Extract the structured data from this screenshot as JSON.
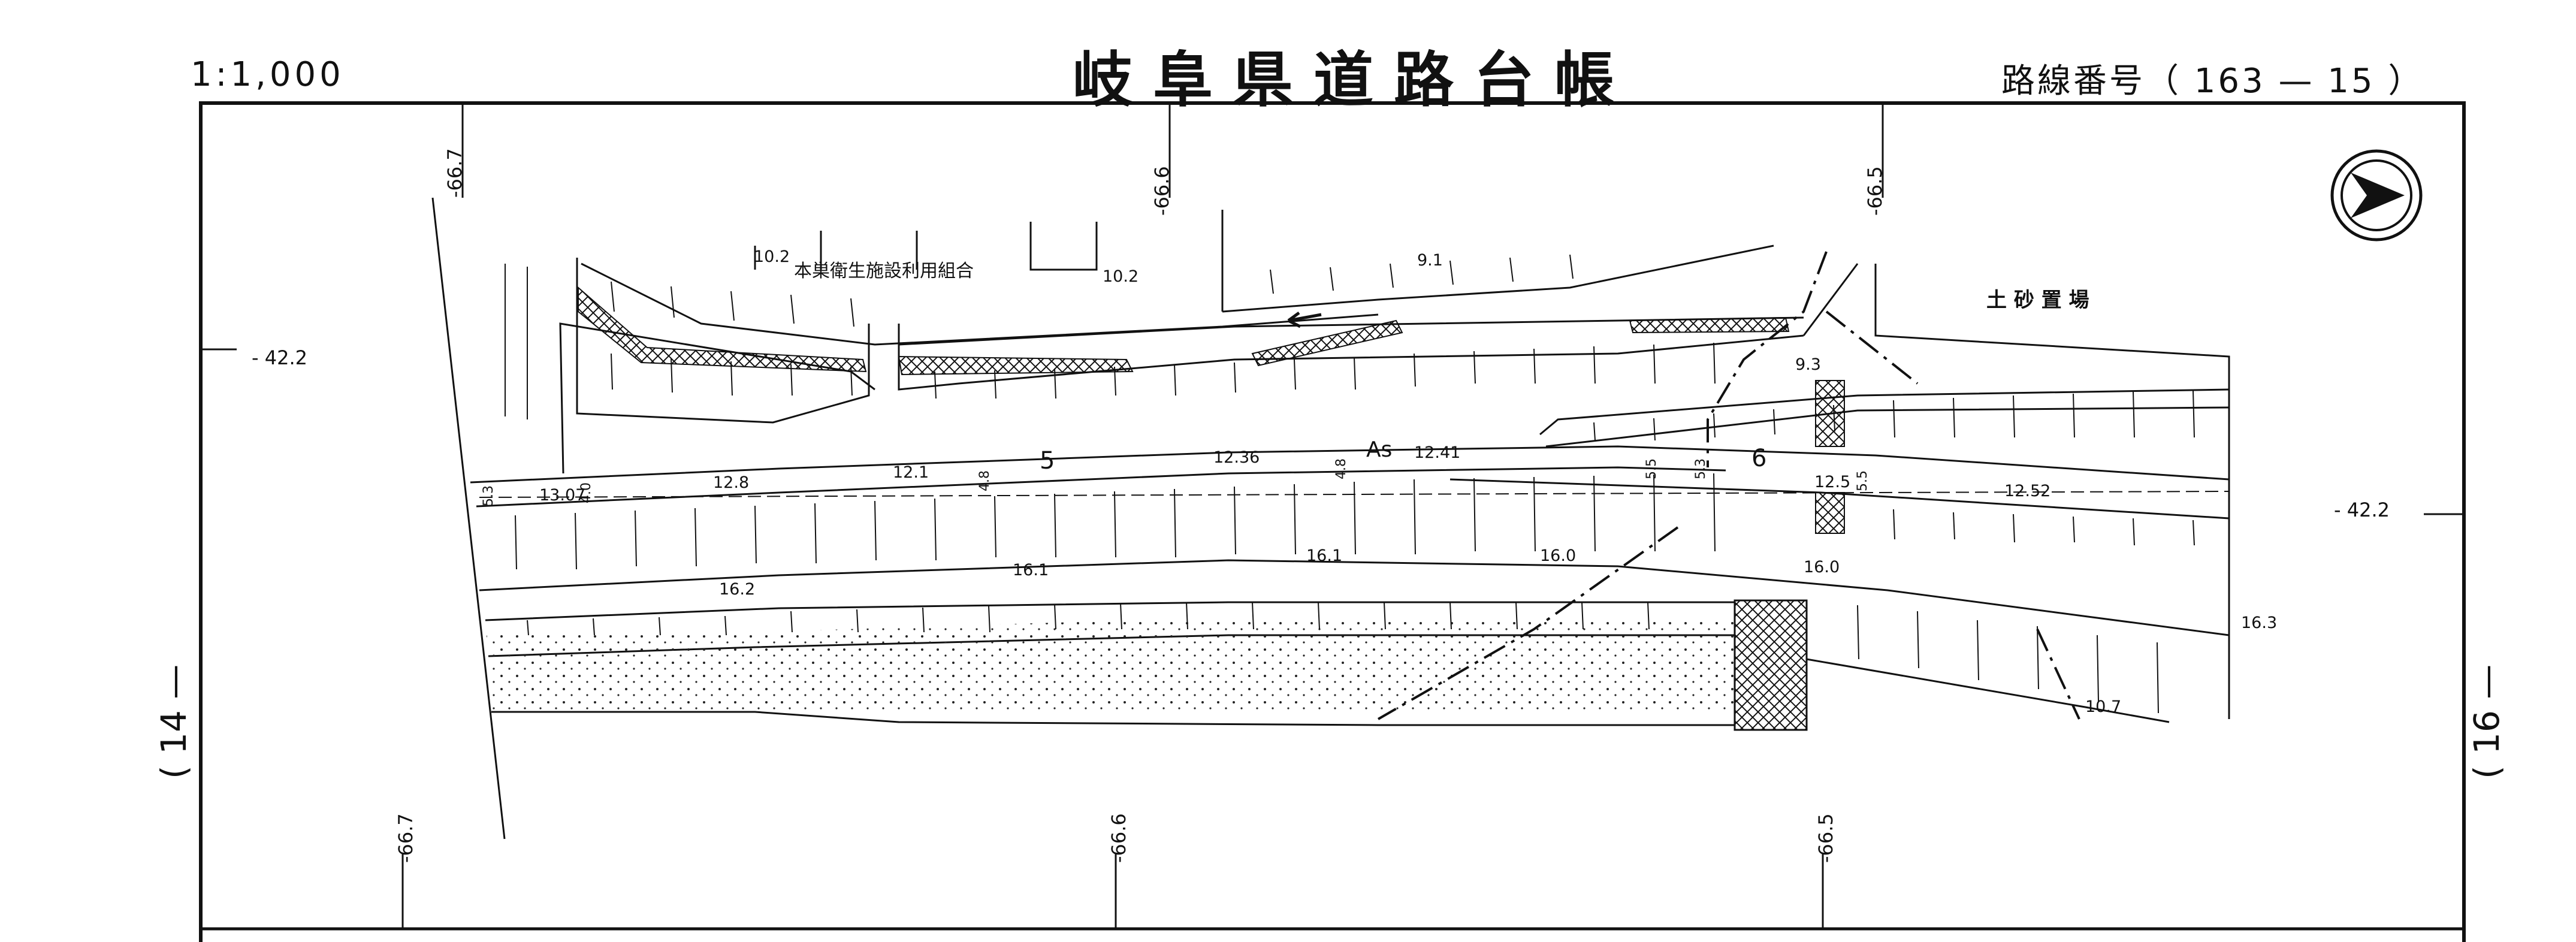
{
  "header": {
    "scale": "1:1,000",
    "title": "岐阜県道路台帳",
    "route": "路線番号（ 163 — 15 ）"
  },
  "grid": {
    "top_coords": [
      "-66.7",
      "-66.6",
      "-66.5"
    ],
    "bottom_coords": [
      "-66.7",
      "-66.6",
      "-66.5"
    ],
    "left_coord": "- 42.2",
    "right_coord": "- 42.2"
  },
  "sheet_links": {
    "previous": "( 14 —",
    "next": "( 16 —"
  },
  "place_labels": {
    "facility": "本巣衛生施設利用組合",
    "soil_yard": "土 砂 置 場",
    "surface": "As"
  },
  "stations": [
    "5",
    "6"
  ],
  "elevations": [
    "10.2",
    "10.2",
    "9.1",
    "9.3",
    "13.07",
    "12.8",
    "12.1",
    "12.36",
    "12.41",
    "12.5",
    "12.52",
    "16.2",
    "16.1",
    "16.1",
    "16.0",
    "16.0",
    "16.3",
    "10.7"
  ],
  "widths": [
    "5.3",
    "4.0",
    "4.8",
    "4.8",
    "5.5",
    "5.3",
    "5.5"
  ],
  "icons": {
    "north_arrow": "north-arrow-icon"
  }
}
